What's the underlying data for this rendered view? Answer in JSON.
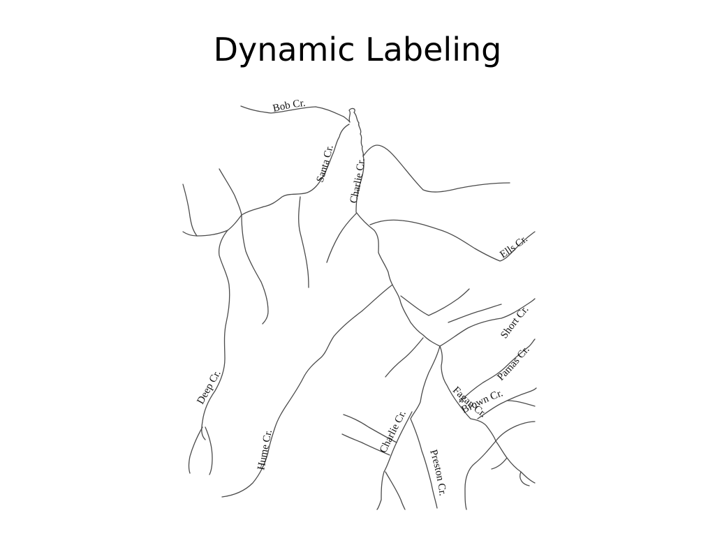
{
  "slide": {
    "title": "Dynamic Labeling"
  },
  "map": {
    "stream_color": "#4a4a4a",
    "label_color": "#111111",
    "labels": {
      "bob": "Bob Cr.",
      "santa": "Santa Cr.",
      "charlie_upper": "Charlie Cr.",
      "ells": "Ells Cr.",
      "short": "Short Cr.",
      "pamas": "Pamas Cr.",
      "brown": "Brown Cr.",
      "fagan": "Fagan Cr.",
      "deep": "Deep Cr.",
      "hume": "Hume Cr.",
      "charlie_lower": "Charlie Cr.",
      "preston": "Preston Cr."
    }
  }
}
